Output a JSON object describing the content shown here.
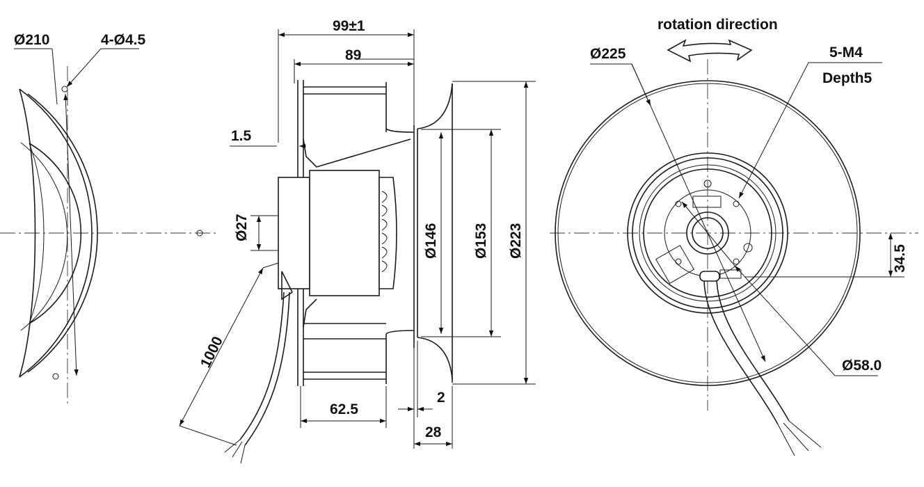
{
  "labels": {
    "front_diameter": "Ø210",
    "mount_holes": "4-Ø4.5",
    "overall_depth": "99±1",
    "impeller_depth": "89",
    "plate_thickness": "1.5",
    "hub_diameter": "Ø27",
    "cable_length": "1000",
    "inlet_diameter": "Ø146",
    "ring_diameter": "Ø153",
    "outer_diameter": "Ø223",
    "blade_width": "62.5",
    "gap": "2",
    "nozzle_depth": "28",
    "rotation_label": "rotation direction",
    "impeller_diameter": "Ø225",
    "threads": "5-M4",
    "thread_depth": "Depth5",
    "offset": "34.5",
    "bolt_circle": "Ø58.0"
  }
}
